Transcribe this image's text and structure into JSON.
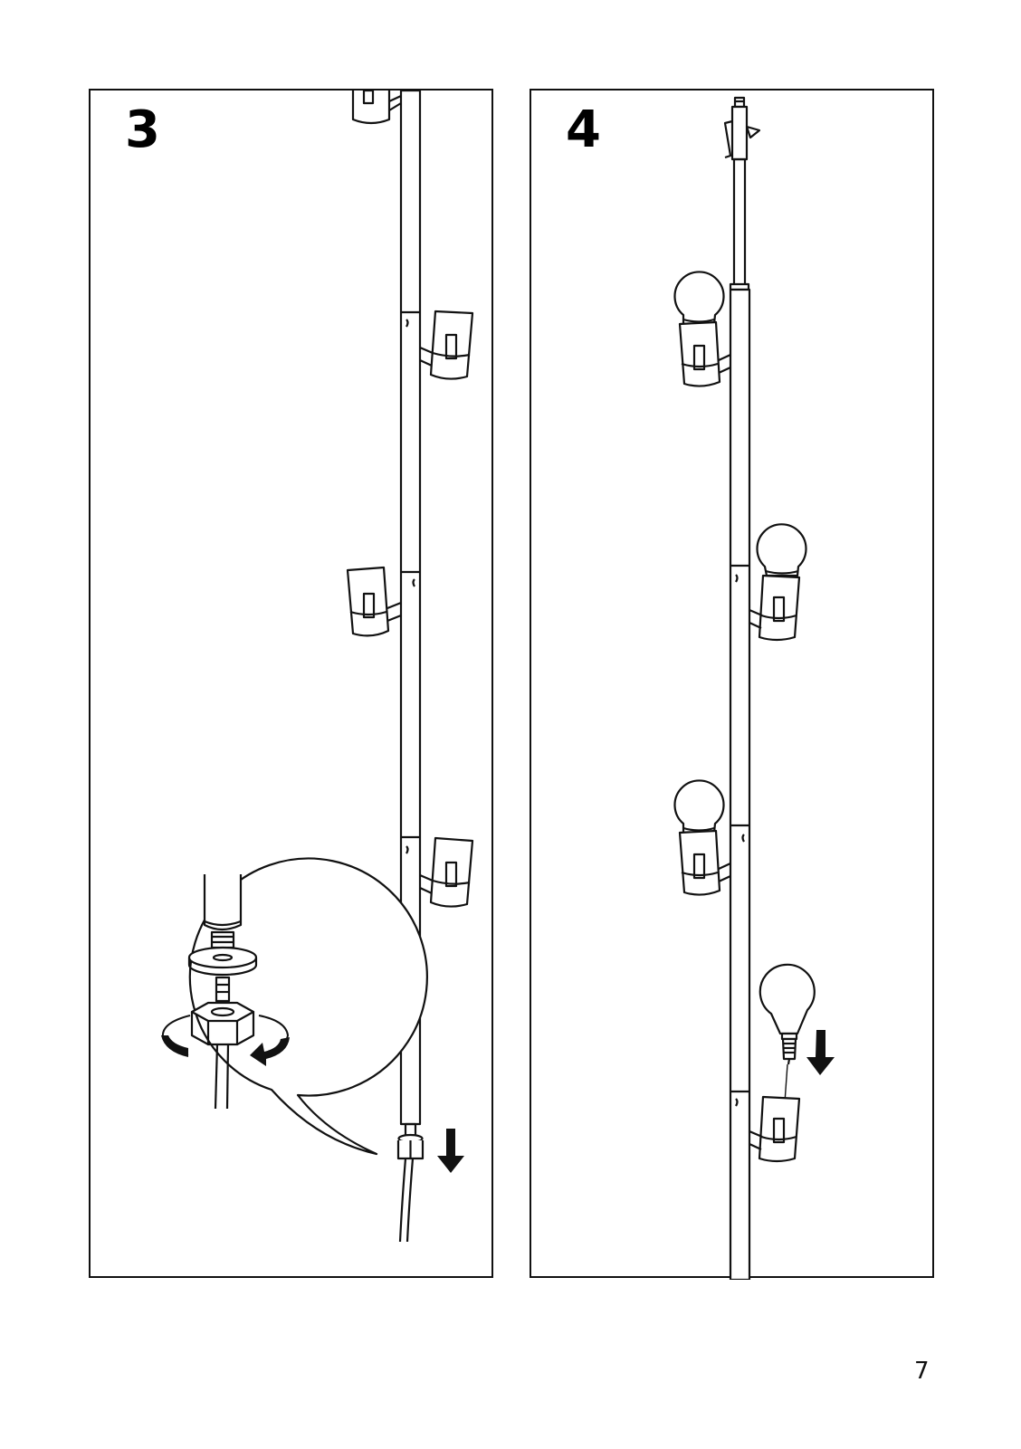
{
  "steps": [
    {
      "number": "3",
      "illustration": "screw-nut-onto-threaded-rod-bottom"
    },
    {
      "number": "4",
      "illustration": "screw-bulbs-into-sockets"
    }
  ],
  "page_number": "7",
  "icons": [
    "lamp-socket-icon",
    "light-bulb-icon",
    "down-arrow-icon",
    "hex-nut-icon",
    "rotate-arrow-icon",
    "washer-icon",
    "magnifier-callout-icon"
  ],
  "colors": {
    "line": "#111111",
    "background": "#ffffff"
  }
}
